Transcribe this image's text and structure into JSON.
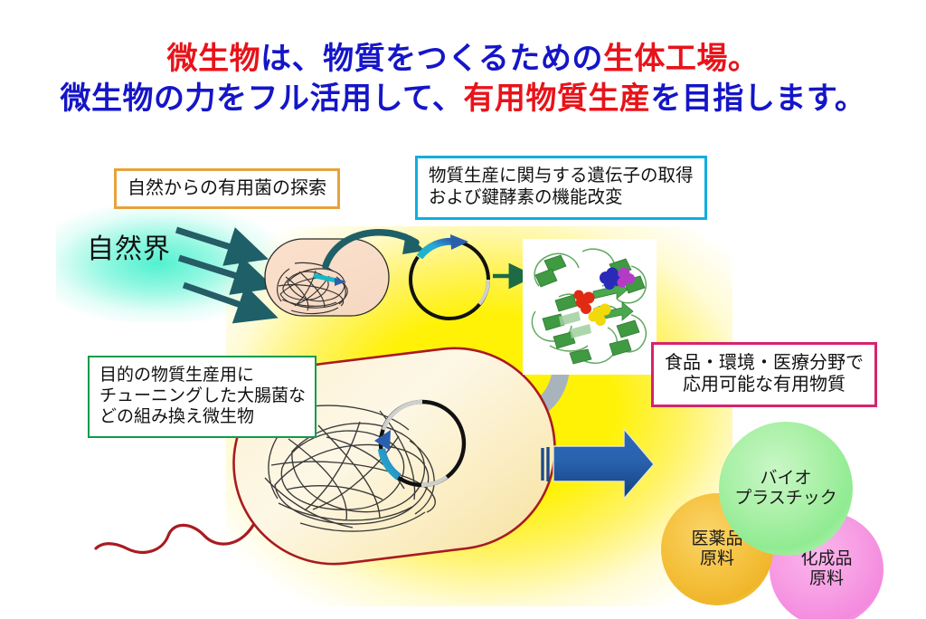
{
  "title": {
    "line1_blue_a": "微生物",
    "line1_red_a": "は、",
    "line1_blue_b": "物質をつくるための",
    "line1_red_b": "生体工場。",
    "line2_blue_a": "微生物の力をフル活用して、",
    "line2_red_a": "有用物質生産",
    "line2_blue_b": "を目指します。"
  },
  "labels": {
    "nature_source": "自然界",
    "box_natural_screening": "自然からの有用菌の探索",
    "box_gene_acquisition": "物質生産に関与する遺伝子の取得\nおよび鍵酵素の機能改変",
    "box_recombinant": "目的の物質生産用に\nチューニングした大腸菌な\nどの組み換え微生物",
    "box_products": "食品・環境・医療分野で\n応用可能な有用物質"
  },
  "product_circles": [
    {
      "id": "bio",
      "label": "バイオ\nプラスチック",
      "color": "#90eb92"
    },
    {
      "id": "pharma",
      "label": "医薬品\n原料",
      "color": "#f0b62a"
    },
    {
      "id": "chem",
      "label": "化成品\n原料",
      "color": "#f48ade"
    }
  ],
  "icons": {
    "source_arrows": "arrow-right-triple-icon",
    "transfer_arrow": "curved-arrow-icon",
    "gene_arrow": "plasmid-gene-arrow-icon",
    "protein_arrow": "arrow-right-icon",
    "feedback_arrow": "curved-gray-arrow-icon",
    "output_arrow": "block-arrow-right-icon",
    "flagellum": "flagellum-icon",
    "wild_cell": "bacterium-cell-icon",
    "engineered_cell": "engineered-bacterium-icon",
    "plasmid_small": "plasmid-ring-icon",
    "plasmid_large": "plasmid-ring-icon",
    "protein_structure": "protein-ribbon-structure-icon"
  },
  "colors": {
    "title_blue": "#1515c8",
    "title_red": "#e8131a",
    "box_orange": "#e7a23c",
    "box_cyan": "#11aee0",
    "box_green": "#0e9b4e",
    "box_pink": "#d6246e",
    "arrow_teal": "#1f5f68",
    "arrow_blue": "#1f5aa8",
    "arrow_gray": "#a9b3bd",
    "cell_outline_red": "#a81b21",
    "glow_cyan": "#48f0cd",
    "glow_yellow": "#fff400",
    "protein_green": "#3f9a42"
  }
}
